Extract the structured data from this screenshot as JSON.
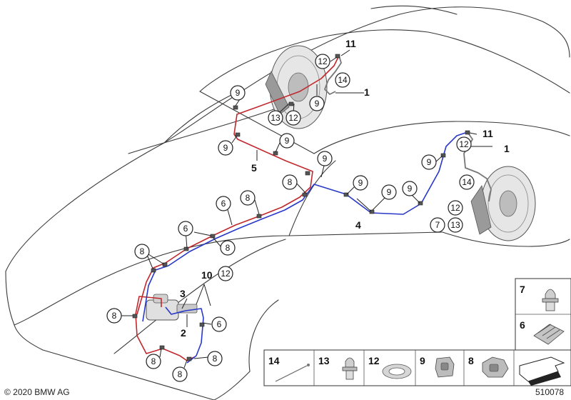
{
  "footer": {
    "copyright": "© 2020 BMW AG",
    "diagram_number": "510078"
  },
  "part_labels": {
    "p1a": "1",
    "p1b": "1",
    "p2": "2",
    "p3": "3",
    "p4": "4",
    "p5": "5",
    "p10": "10",
    "p11a": "11",
    "p11b": "11"
  },
  "callouts": {
    "c9_front_a": "9",
    "c13_front": "13",
    "c12_front_a": "12",
    "c9_front_b": "9",
    "c12_front_top": "12",
    "c14_front": "14",
    "c9_mid_left": "9",
    "c9_mid_b": "9",
    "c9_mid_c": "9",
    "c8_mid": "8",
    "c8_mid2": "8",
    "c6_mid": "6",
    "c6_left": "6",
    "c8_left_a": "8",
    "c8_left_b": "8",
    "c12_left": "12",
    "c8_master": "8",
    "c6_master": "6",
    "c8_bot_a": "8",
    "c8_bot_b": "8",
    "c8_bot_c": "8",
    "c9_rear_a": "9",
    "c9_rear_b": "9",
    "c9_rear_c": "9",
    "c9_rear_d": "9",
    "c12_rear_top": "12",
    "c14_rear": "14",
    "c12_rear_b": "12",
    "c7_rear": "7",
    "c13_rear": "13"
  },
  "legend": {
    "items": [
      "14",
      "13",
      "12",
      "9",
      "8"
    ],
    "side_items": [
      "7",
      "6"
    ]
  }
}
